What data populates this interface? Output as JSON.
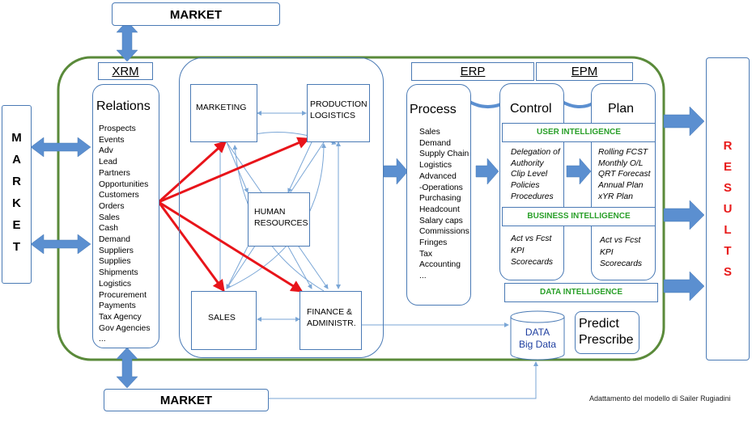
{
  "market": {
    "top": "MARKET",
    "bottom": "MARKET",
    "left_letters": [
      "M",
      "A",
      "R",
      "K",
      "E",
      "T"
    ]
  },
  "results_letters": [
    "R",
    "E",
    "S",
    "U",
    "L",
    "T",
    "S"
  ],
  "xrm": {
    "header": "XRM",
    "title": "Relations",
    "items": [
      "Prospects",
      "Events",
      "Adv",
      "Lead",
      "Partners",
      "Opportunities",
      "Customers",
      "Orders",
      "Sales",
      "Cash",
      "Demand",
      "Suppliers",
      "Supplies",
      "Shipments",
      "Logistics",
      "Procurement",
      "Payments",
      "Tax Agency",
      "Gov Agencies",
      "..."
    ]
  },
  "departments": {
    "marketing": "MARKETING",
    "production_line1": "PRODUCTION",
    "production_line2": "LOGISTICS",
    "hr_line1": "HUMAN",
    "hr_line2": "RESOURCES",
    "sales": "SALES",
    "finance_line1": "FINANCE &",
    "finance_line2": "ADMINISTR."
  },
  "erp": {
    "header": "ERP",
    "title": "Process",
    "items": [
      "Sales",
      "Demand",
      "Supply Chain",
      "Logistics",
      "Advanced",
      "-Operations",
      "Purchasing",
      "Headcount",
      "Salary caps",
      "Commissions",
      "Fringes",
      "Tax",
      "Accounting",
      "..."
    ]
  },
  "epm": {
    "header": "EPM",
    "control": {
      "title": "Control",
      "ui_items": [
        "Delegation of",
        "Authority",
        "Clip Level",
        "Policies",
        "Procedures"
      ],
      "bi_items": [
        "Act vs Fcst",
        "KPI",
        "Scorecards"
      ]
    },
    "plan": {
      "title": "Plan",
      "ui_items": [
        "Rolling FCST",
        "Monthly O/L",
        "QRT Forecast",
        "Annual Plan",
        "xYR Plan"
      ],
      "bi_items": [
        "Act vs Fcst",
        "KPI",
        "Scorecards"
      ]
    }
  },
  "intelligence": {
    "user": "USER INTELLIGENCE",
    "business": "BUSINESS INTELLIGENCE",
    "data": "DATA INTELLIGENCE"
  },
  "data_store": {
    "line1": "DATA",
    "line2": "Big Data"
  },
  "predict": {
    "line1": "Predict",
    "line2": "Prescribe"
  },
  "credit": "Adattamento del modello di Sailer Rugiadini",
  "colors": {
    "outline_green": "#5a8a3a",
    "box_border": "#4a7ab5",
    "arrow_fill": "#5b8fd0",
    "red_arrows": "#e8141a",
    "results_text": "#e81b1b",
    "intel_text": "#2aa02a",
    "data_text": "#1f3fa0"
  }
}
